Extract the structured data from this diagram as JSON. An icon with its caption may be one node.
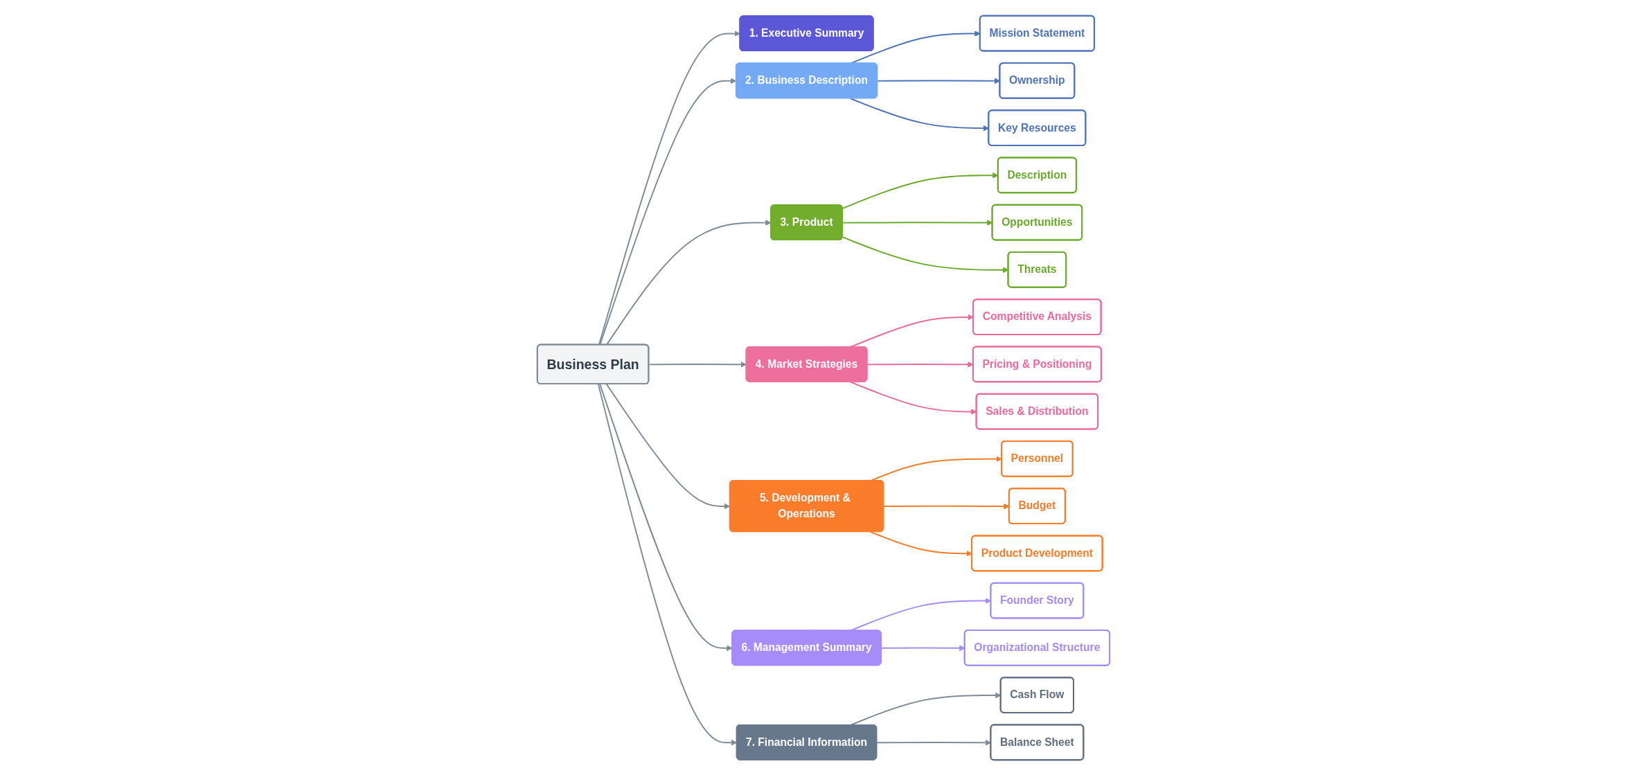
{
  "diagram": {
    "nodes": [
      {
        "text": [
          "Business Plan"
        ]
      },
      {
        "text": [
          "1. Executive Summary"
        ]
      },
      {
        "text": [
          "2. Business Description"
        ]
      },
      {
        "text": [
          "Mission Statement"
        ]
      },
      {
        "text": [
          "Ownership"
        ]
      },
      {
        "text": [
          "Key Resources"
        ]
      },
      {
        "text": [
          "3. Product"
        ]
      },
      {
        "text": [
          "Description"
        ]
      },
      {
        "text": [
          "Opportunities"
        ]
      },
      {
        "text": [
          "Threats"
        ]
      },
      {
        "text": [
          "4. Market Strategies"
        ]
      },
      {
        "text": [
          "Competitive Analysis"
        ]
      },
      {
        "text": [
          "Pricing & Positioning"
        ]
      },
      {
        "text": [
          "Sales & Distribution"
        ]
      },
      {
        "text": [
          "5. Development & Operations"
        ]
      },
      {
        "text": [
          "Personnel"
        ]
      },
      {
        "text": [
          "Budget"
        ]
      },
      {
        "text": [
          "Product Development"
        ]
      },
      {
        "text": [
          "6. Management Summary"
        ]
      },
      {
        "text": [
          "Founder Story"
        ]
      },
      {
        "text": [
          "Organizational Structure"
        ]
      },
      {
        "text": [
          "7. Financial Information"
        ]
      },
      {
        "text": [
          "Cash Flow"
        ]
      },
      {
        "text": [
          "Balance Sheet"
        ]
      }
    ],
    "edges": [
      {
        "from": 0,
        "to": 1,
        "arrow": "to"
      },
      {
        "from": 0,
        "to": 2,
        "arrow": "to"
      },
      {
        "from": 2,
        "to": 3,
        "arrow": "to",
        "color": "#4e73b8"
      },
      {
        "from": 2,
        "to": 4,
        "arrow": "to",
        "color": "#4e73b8"
      },
      {
        "from": 2,
        "to": 5,
        "arrow": "to",
        "color": "#4e73b8"
      },
      {
        "from": 0,
        "to": 6,
        "arrow": "to"
      },
      {
        "from": 6,
        "to": 7,
        "arrow": "to",
        "color": "#6aaa2a"
      },
      {
        "from": 6,
        "to": 8,
        "arrow": "to",
        "color": "#6aaa2a"
      },
      {
        "from": 6,
        "to": 9,
        "arrow": "to",
        "color": "#6aaa2a"
      },
      {
        "from": 0,
        "to": 10,
        "arrow": "to"
      },
      {
        "from": 10,
        "to": 11,
        "arrow": "to",
        "color": "#e96b9a"
      },
      {
        "from": 10,
        "to": 12,
        "arrow": "to",
        "color": "#e96b9a"
      },
      {
        "from": 10,
        "to": 13,
        "arrow": "to",
        "color": "#e96b9a"
      },
      {
        "from": 0,
        "to": 14,
        "arrow": "to"
      },
      {
        "from": 14,
        "to": 15,
        "arrow": "to",
        "color": "#f57c28"
      },
      {
        "from": 14,
        "to": 16,
        "arrow": "to",
        "color": "#f57c28"
      },
      {
        "from": 14,
        "to": 17,
        "arrow": "to",
        "color": "#f57c28"
      },
      {
        "from": 0,
        "to": 18,
        "arrow": "to"
      },
      {
        "from": 18,
        "to": 19,
        "arrow": "to",
        "color": "#a38cf5"
      },
      {
        "from": 18,
        "to": 20,
        "arrow": "to",
        "color": "#a38cf5"
      },
      {
        "from": 0,
        "to": 21,
        "arrow": "to"
      },
      {
        "from": 21,
        "to": 22,
        "arrow": "to"
      },
      {
        "from": 21,
        "to": 23,
        "arrow": "to"
      }
    ]
  }
}
